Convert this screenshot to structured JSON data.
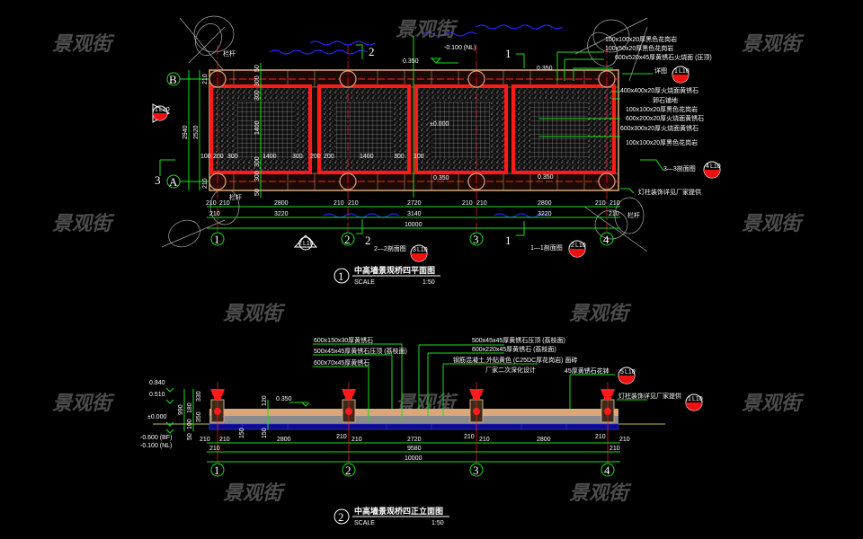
{
  "watermark": "景观街",
  "plan": {
    "title": "中高墙景观桥四平面图",
    "title_number": "1",
    "scale_label": "SCALE",
    "scale_value": "1:50",
    "grid_rows": [
      "B",
      "A"
    ],
    "grid_cols": [
      "1",
      "2",
      "3",
      "4"
    ],
    "elevations": {
      "water": "-0.100 (NL)",
      "top_left": "0.350",
      "top_right": "0.350",
      "center": "±0.000",
      "bottom_a": "0.350",
      "bottom_b": "0.350"
    },
    "dims_row1": [
      "210",
      "210",
      "2800",
      "210",
      "210",
      "2720",
      "210",
      "210",
      "2800",
      "210",
      "210"
    ],
    "dims_row2": [
      "210",
      "3220",
      "3140",
      "3220",
      "210"
    ],
    "dims_total": "10000",
    "dims_left": [
      "2940",
      "2520",
      "210",
      "210",
      "100"
    ],
    "dims_inner": [
      "200",
      "300",
      "1400",
      "300",
      "200",
      "200",
      "1400",
      "300",
      "100"
    ],
    "dims_vertical": [
      "50",
      "300",
      "300",
      "1400",
      "300",
      "300",
      "50"
    ],
    "section_marks": [
      {
        "num": "2",
        "label": "2—2剖面图",
        "ref": "3",
        "sheet": "L10"
      },
      {
        "num": "1",
        "label": "1—1剖面图",
        "ref": "2",
        "sheet": "L10"
      },
      {
        "num": "3",
        "label": "3—3剖面图",
        "ref": "4",
        "sheet": "L10"
      }
    ],
    "index_left": {
      "ref": "1",
      "sheet": "L10"
    },
    "index_bottom": {
      "ref": "2",
      "sheet": "L10"
    },
    "index_right": {
      "ref": "1",
      "sheet": "L10"
    },
    "side_labels": [
      "栏杆",
      "栏杆",
      "栏杆"
    ],
    "annotations": [
      "100x100x20厚黑色花岗岩",
      "100x50x20厚黑色花岗岩",
      "600x520x45厚黄锈石火烧面 (压顶)",
      "详图",
      "400x400x20厚火烧面黄锈石",
      "卵石铺地",
      "100x100x20厚黑色花岗岩",
      "600x200x20厚火烧面黄锈石",
      "600x300x20厚火烧面黄锈石",
      "100x100x20厚黑色花岗岩",
      "灯柱装饰详见厂家提供"
    ]
  },
  "elevation": {
    "title": "中高墙景观桥四正立面图",
    "title_number": "2",
    "scale_label": "SCALE",
    "scale_value": "1:50",
    "grid_cols": [
      "1",
      "2",
      "3",
      "4"
    ],
    "levels": [
      "0.840",
      "0.510",
      "±0.000",
      "-0.600 (BF)",
      "-0.100 (NL)"
    ],
    "level_mid": "0.350",
    "dims_left": [
      "990",
      "330",
      "180",
      "350",
      "100",
      "50",
      "150",
      "150",
      "120"
    ],
    "dims_row1": [
      "210",
      "210",
      "2800",
      "210",
      "210",
      "2720",
      "210",
      "210",
      "2800",
      "210",
      "210"
    ],
    "dims_row2": [
      "210",
      "9580",
      "210"
    ],
    "dims_total": "10000",
    "annotations_left": [
      "600x150x30厚黄锈石",
      "500x45x45厚黄锈石压顶 (荔枝面)",
      "600x70x45厚黄锈石"
    ],
    "annotations_right": [
      "500x45x45厚黄锈石压顶 (荔枝面)",
      "600x220x45厚黄锈石 (荔枝面)",
      "钢筋混凝土,外贴黄色 (C25DC厚花岗岩) 面砖",
      "厂家二次深化设计"
    ],
    "annotation_urn": "45厚黄锈石花钵",
    "annotation_lamp": "灯柱装饰详见厂家提供",
    "index_urn": {
      "ref": "5",
      "sheet": "L10"
    },
    "index_lamp": {
      "ref": "1",
      "sheet": "L10"
    }
  },
  "colors": {
    "background": "#000000",
    "dimension": "#19e019",
    "wall": "#ff1a1a",
    "paving": "#d9a77a",
    "water": "#1a1aff"
  }
}
